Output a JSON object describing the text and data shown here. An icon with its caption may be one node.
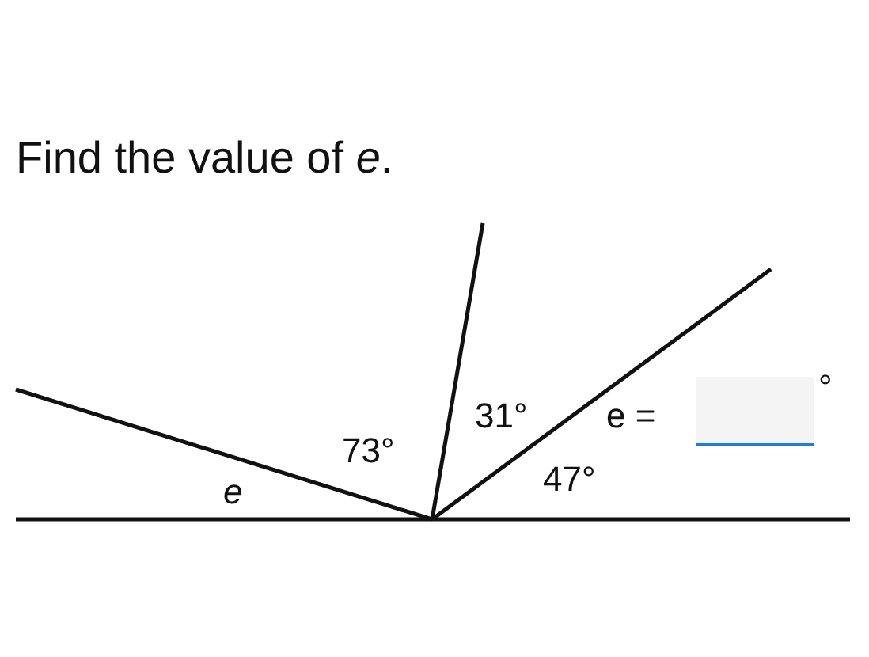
{
  "diagram": {
    "title": "Find the value of *e*.",
    "labels": [
      "31°",
      "e =",
      "°",
      "73°",
      "e",
      "47°"
    ]
  }
}
